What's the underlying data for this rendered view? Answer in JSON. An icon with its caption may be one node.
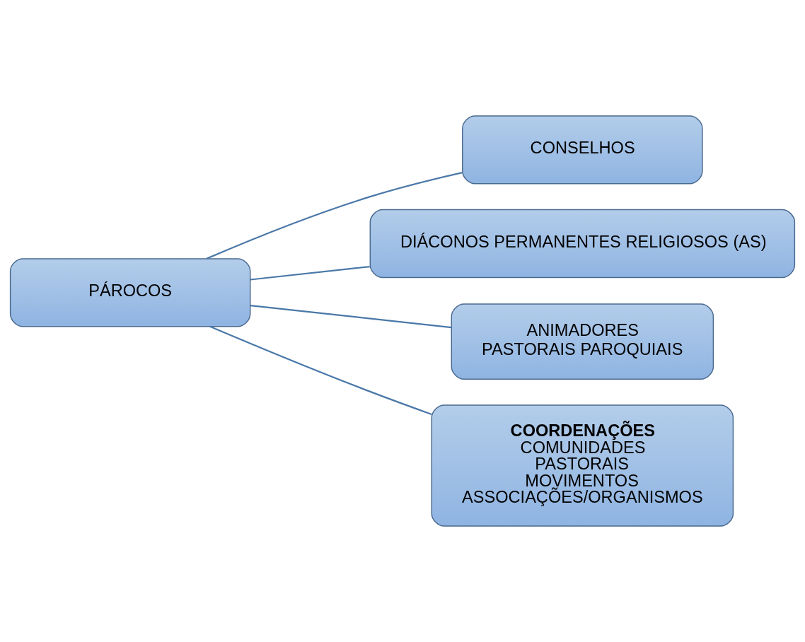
{
  "diagram": {
    "nodes": [
      {
        "text": [
          "PÁROCOS"
        ]
      },
      {
        "text": [
          "CONSELHOS"
        ]
      },
      {
        "text": [
          "DIÁCONOS PERMANENTES RELIGIOSOS (AS)"
        ]
      },
      {
        "text": [
          "ANIMADORES",
          "PASTORAIS PAROQUIAIS"
        ]
      },
      {
        "text": [
          "COORDENAÇÕES",
          "COMUNIDADES",
          "PASTORAIS",
          "MOVIMENTOS",
          "ASSOCIAÇÕES/ORGANISMOS"
        ]
      }
    ],
    "edges": [
      {
        "from": 0,
        "to": 1,
        "arrow": "none"
      },
      {
        "from": 0,
        "to": 2,
        "arrow": "none"
      },
      {
        "from": 0,
        "to": 3,
        "arrow": "none"
      },
      {
        "from": 0,
        "to": 4,
        "arrow": "none"
      }
    ]
  }
}
